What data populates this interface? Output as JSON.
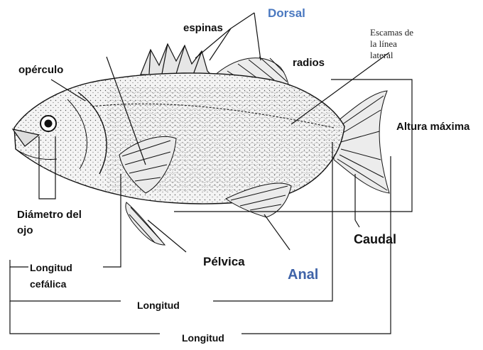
{
  "labels": {
    "dorsal": "Dorsal",
    "espinas": "espinas",
    "radios": "radios",
    "escamas_1": "Escamas de",
    "escamas_2": "la línea",
    "escamas_3": "lateral",
    "operculo": "opérculo",
    "altura": "Altura máxima",
    "diametro_1": "Diámetro del",
    "diametro_2": "ojo",
    "caudal": "Caudal",
    "pelvica": "Pélvica",
    "anal": "Anal",
    "longitud_cefalica_1": "Longitud",
    "longitud_cefalica_2": "cefálica",
    "longitud_estandar": "Longitud",
    "longitud_total": "Longitud"
  },
  "colors": {
    "dorsal_label": "#4a78c0",
    "anal_label": "#3f63a8",
    "ink": "#111111"
  }
}
